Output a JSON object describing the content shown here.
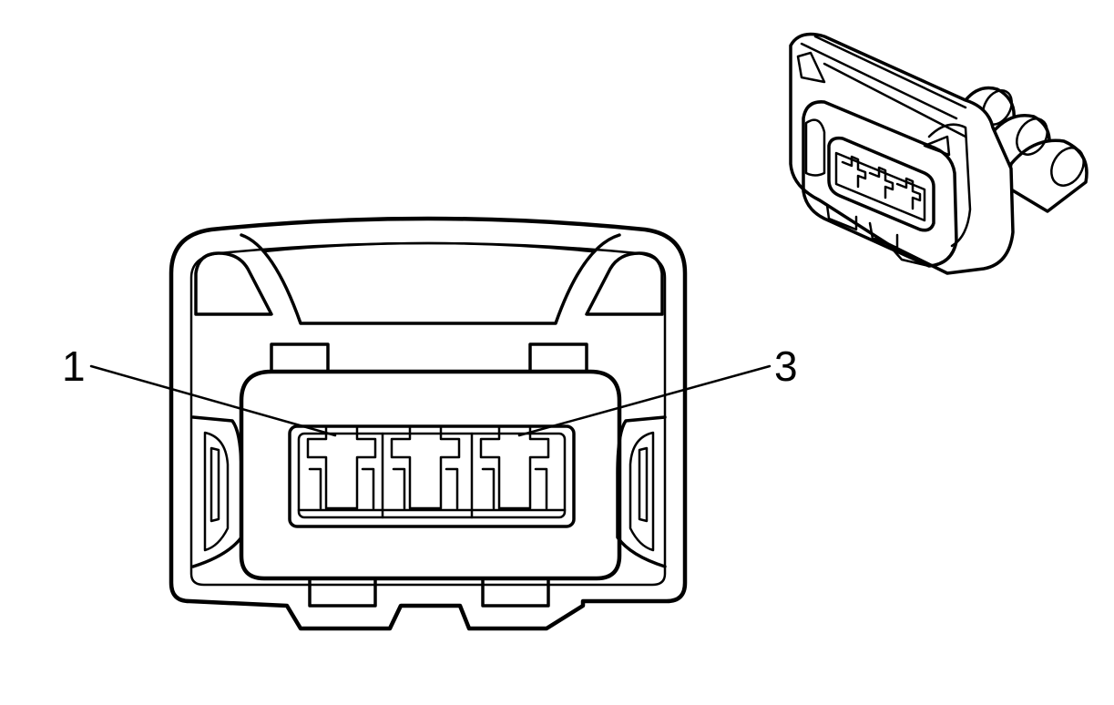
{
  "callouts": [
    {
      "id": "pin-1",
      "label": "1"
    },
    {
      "id": "pin-3",
      "label": "3"
    }
  ],
  "colors": {
    "line": "#000000",
    "background": "#ffffff"
  }
}
